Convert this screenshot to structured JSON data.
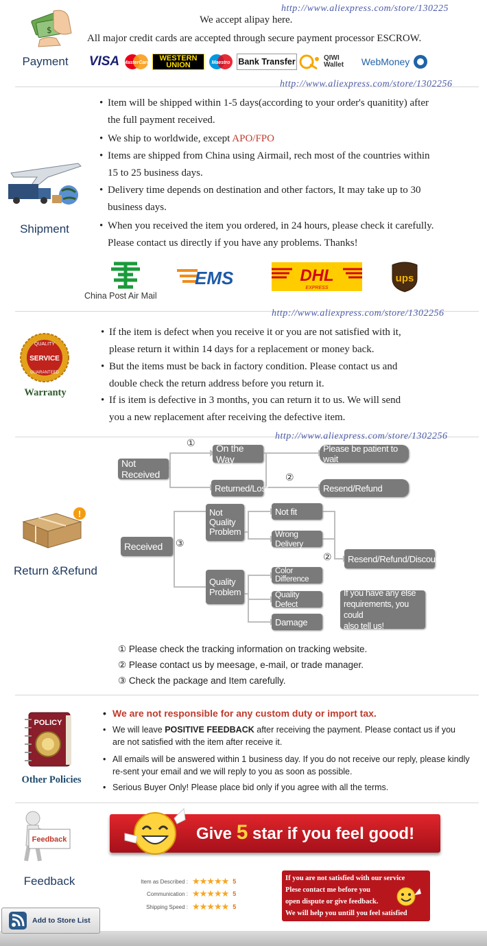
{
  "store_url": "http://www.aliexpress.com/store/1302256",
  "store_url_cut": "http://www.aliexpress.com/store/130225",
  "payment": {
    "label": "Payment",
    "line1": "We accept alipay here.",
    "line2": "All major credit cards are accepted through secure payment processor ESCROW.",
    "logos": {
      "visa": "VISA",
      "mastercard": "MasterCard",
      "western_union_1": "WESTERN",
      "western_union_2": "UNION",
      "maestro": "Maestro",
      "bank_transfer": "Bank Transfer",
      "qiwi_1": "QIWI",
      "qiwi_2": "Wallet",
      "webmoney": "WebMoney"
    }
  },
  "shipment": {
    "label": "Shipment",
    "b1_l1": "Item will be shipped within 1-5 days(according to your order's quanitity) after",
    "b1_l2": "the full payment received.",
    "b2_a": "We ship to worldwide, except ",
    "b2_b": "APO/FPO",
    "b3_l1": "Items are shipped from China using Airmail, rech most of the countries within",
    "b3_l2": "15 to 25 business days.",
    "b4_l1": "Delivery time depends on destination and other factors, It may take up to 30",
    "b4_l2": "business days.",
    "b5_l1": "When you received the item you ordered, in 24 hours, please check it carefully.",
    "b5_l2": "Please contact us directly if you have any problems. Thanks!",
    "carrier_china_post": "China Post Air Mail",
    "carrier_ems": "EMS",
    "carrier_dhl": "DHL",
    "carrier_dhl_sub": "EXPRESS",
    "carrier_ups": "ups"
  },
  "warranty": {
    "label": "Warranty",
    "badge_top": "QUALITY",
    "badge_mid": "SERVICE",
    "badge_bot": "GUARANTEED",
    "b1_l1": "If the item is defect when you receive it or you are not satisfied with it,",
    "b1_l2": "please return it within 14 days for a replacement or money back.",
    "b2_l1": "But the items must be back in factory condition. Please contact us and",
    "b2_l2": "double check the return address before you return it.",
    "b3_l1": "If is item is defective in 3 months, you can return it to us. We will send",
    "b3_l2": "you a new replacement after receiving the defective item."
  },
  "refund": {
    "label": "Return &Refund",
    "not_received": "Not Received",
    "on_the_way": "On the Way",
    "returned_lost": "Returned/Lost",
    "be_patient": "Please be patient to wait",
    "resend_refund": "Resend/Refund",
    "received": "Received",
    "not_quality_1": "Not",
    "not_quality_2": "Quality",
    "not_quality_3": "Problem",
    "quality_1": "Quality",
    "quality_2": "Problem",
    "not_fit": "Not fit",
    "wrong_delivery": "Wrong Delivery",
    "color_difference": "Color Difference",
    "quality_defect": "Quality Defect",
    "damage": "Damage",
    "resend_refund_discount": "Resend/Refund/Discount",
    "else_1": "If you have any else",
    "else_2": "requirements, you could",
    "else_3": "also tell us!",
    "mark1": "①",
    "mark2": "②",
    "mark3": "③",
    "note1": "① Please check the tracking information on tracking website.",
    "note2": "② Please contact us by meesage, e-mail, or trade manager.",
    "note3": "③ Check the package and Item carefully."
  },
  "policies": {
    "label": "Other Policies",
    "book_title": "POLICY",
    "p1": "We are not responsible for any custom duty or import tax.",
    "p2_a": "We will leave ",
    "p2_b": "POSITIVE FEEDBACK",
    "p2_c": " after receiving the payment. Please contact us if you",
    "p2_l2": "are not satisfied with the item after receive it.",
    "p3_l1": "All emails will be answered within 1 business day. If you do not receive our reply, please kindly",
    "p3_l2": "re-sent your email and we will reply to you as soon as possible.",
    "p4": "Serious Buyer Only! Please place bid only if you agree with all the terms."
  },
  "feedback": {
    "label": "Feedback",
    "sign": "Feedback",
    "banner_a": "Give ",
    "banner_5": "5",
    "banner_b": " star if you feel good!",
    "ratings": [
      {
        "label": "Item as Described :",
        "value": "5",
        "stars": 5
      },
      {
        "label": "Communication :",
        "value": "5",
        "stars": 5
      },
      {
        "label": "Shipping Speed :",
        "value": "5",
        "stars": 5
      }
    ],
    "box_l1": "If you are not satisfied with our service",
    "box_l2": "Plese contact me before you",
    "box_l3": "open dispute or give feedback.",
    "box_l4": "We will help you untill you feel satisfied"
  },
  "store_button": "Add to Store List",
  "colors": {
    "url": "#4a5aa8",
    "accent_red": "#c0392b",
    "pill_gray": "#7a7a7a",
    "banner_red": "#c8161d"
  }
}
